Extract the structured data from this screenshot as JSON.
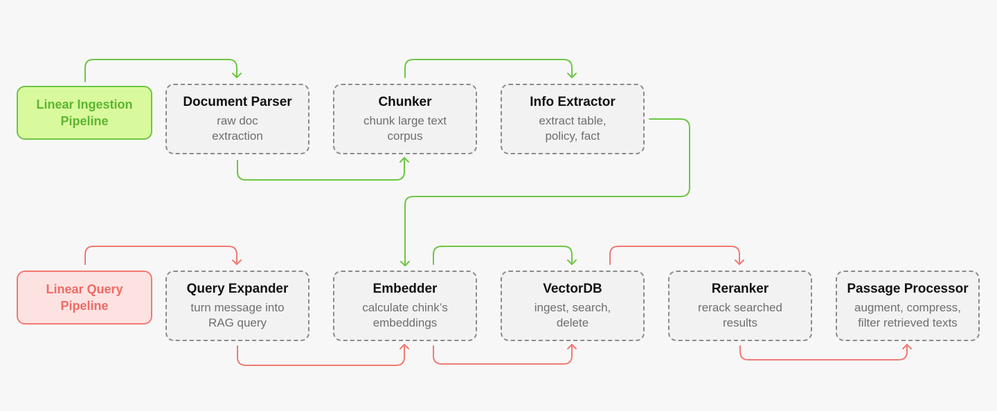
{
  "colors": {
    "ingestion": "#6cc644",
    "query": "#f07a72",
    "background": "#f7f7f7"
  },
  "ingestion": {
    "label": "Linear Ingestion Pipeline",
    "nodes": [
      {
        "title": "Document Parser",
        "desc": "raw doc extraction"
      },
      {
        "title": "Chunker",
        "desc": "chunk large text corpus"
      },
      {
        "title": "Info Extractor",
        "desc": "extract table, policy, fact"
      }
    ]
  },
  "query": {
    "label": "Linear Query Pipeline",
    "nodes": [
      {
        "title": "Query Expander",
        "desc": "turn message into RAG query"
      },
      {
        "title": "Embedder",
        "desc": "calculate chink’s embeddings"
      },
      {
        "title": "VectorDB",
        "desc": "ingest, search, delete"
      },
      {
        "title": "Reranker",
        "desc": "rerack searched results"
      },
      {
        "title": "Passage Processor",
        "desc": "augment, compress, filter retrieved texts"
      }
    ]
  }
}
